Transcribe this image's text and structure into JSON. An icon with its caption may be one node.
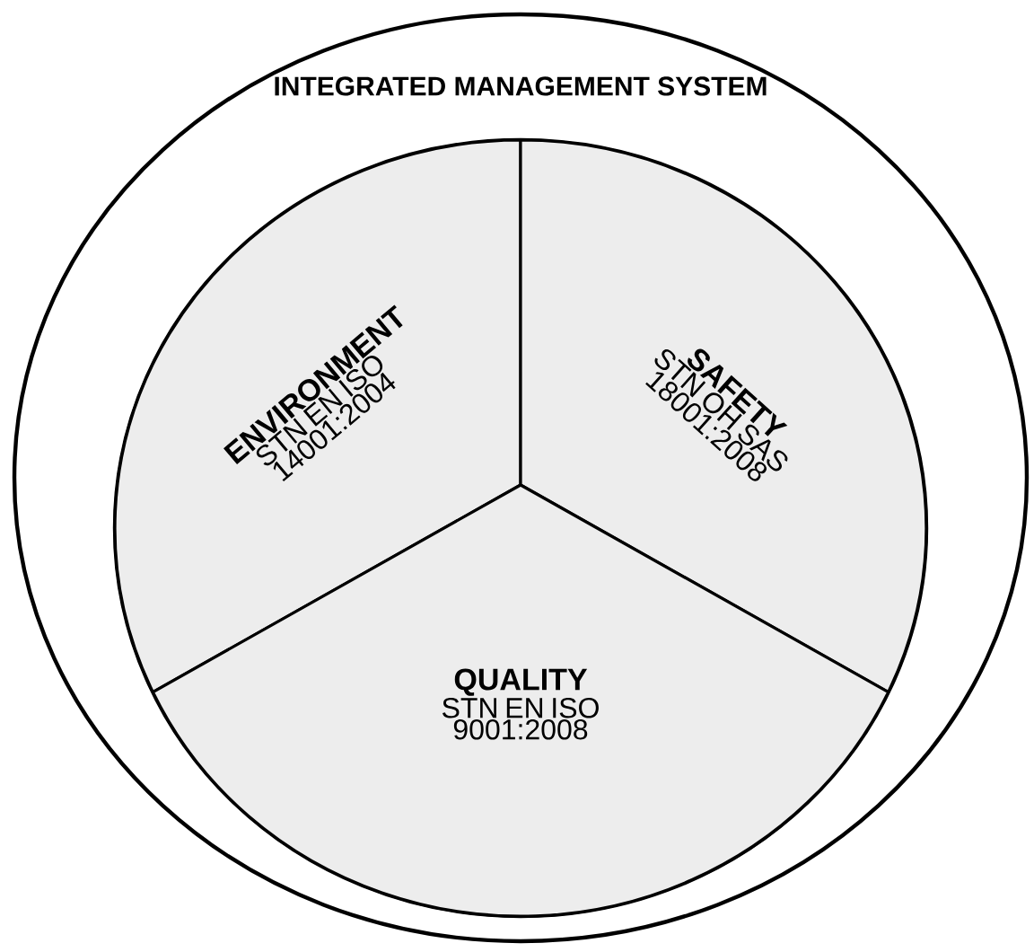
{
  "diagram": {
    "nodes": [
      {
        "text": [
          "INTEGRATED MANAGEMENT SYSTEM"
        ]
      },
      {
        "text": [
          "ENVIRONMENT",
          "STN EN ISO 14001:2004"
        ],
        "in": 0
      },
      {
        "text": [
          "SAFETY",
          "STN OH SAS 18001:2008"
        ],
        "in": 0
      },
      {
        "text": [
          "QUALITY",
          "STN EN ISO 9001:2008"
        ],
        "in": 0
      }
    ]
  }
}
